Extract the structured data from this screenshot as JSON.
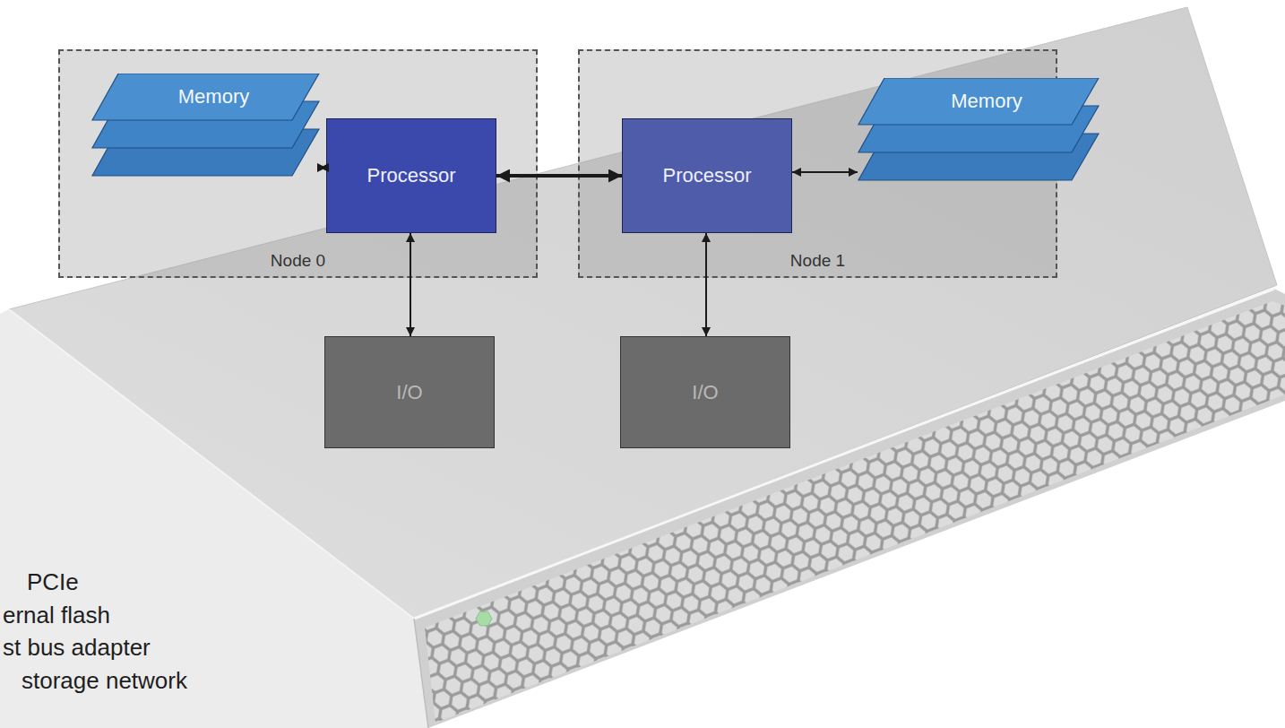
{
  "diagram": {
    "nodes": [
      {
        "text": [
          "Node 0"
        ]
      },
      {
        "text": [
          "Memory"
        ],
        "in": 0
      },
      {
        "text": [
          "Processor"
        ],
        "in": 0
      },
      {
        "text": [
          "Node 1"
        ]
      },
      {
        "text": [
          "Processor"
        ],
        "in": 3
      },
      {
        "text": [
          "Memory"
        ],
        "in": 3
      },
      {
        "text": [
          "I/O"
        ]
      },
      {
        "text": [
          "I/O"
        ]
      }
    ],
    "edges": [
      {
        "from": 1,
        "to": 2,
        "arrow": "both"
      },
      {
        "from": 2,
        "to": 4,
        "arrow": "both"
      },
      {
        "from": 4,
        "to": 5,
        "arrow": "both"
      },
      {
        "from": 2,
        "to": 6,
        "arrow": "both"
      },
      {
        "from": 4,
        "to": 7,
        "arrow": "both"
      }
    ],
    "labels": [
      "PCIe",
      "ernal flash",
      "st bus adapter",
      "storage network"
    ]
  }
}
